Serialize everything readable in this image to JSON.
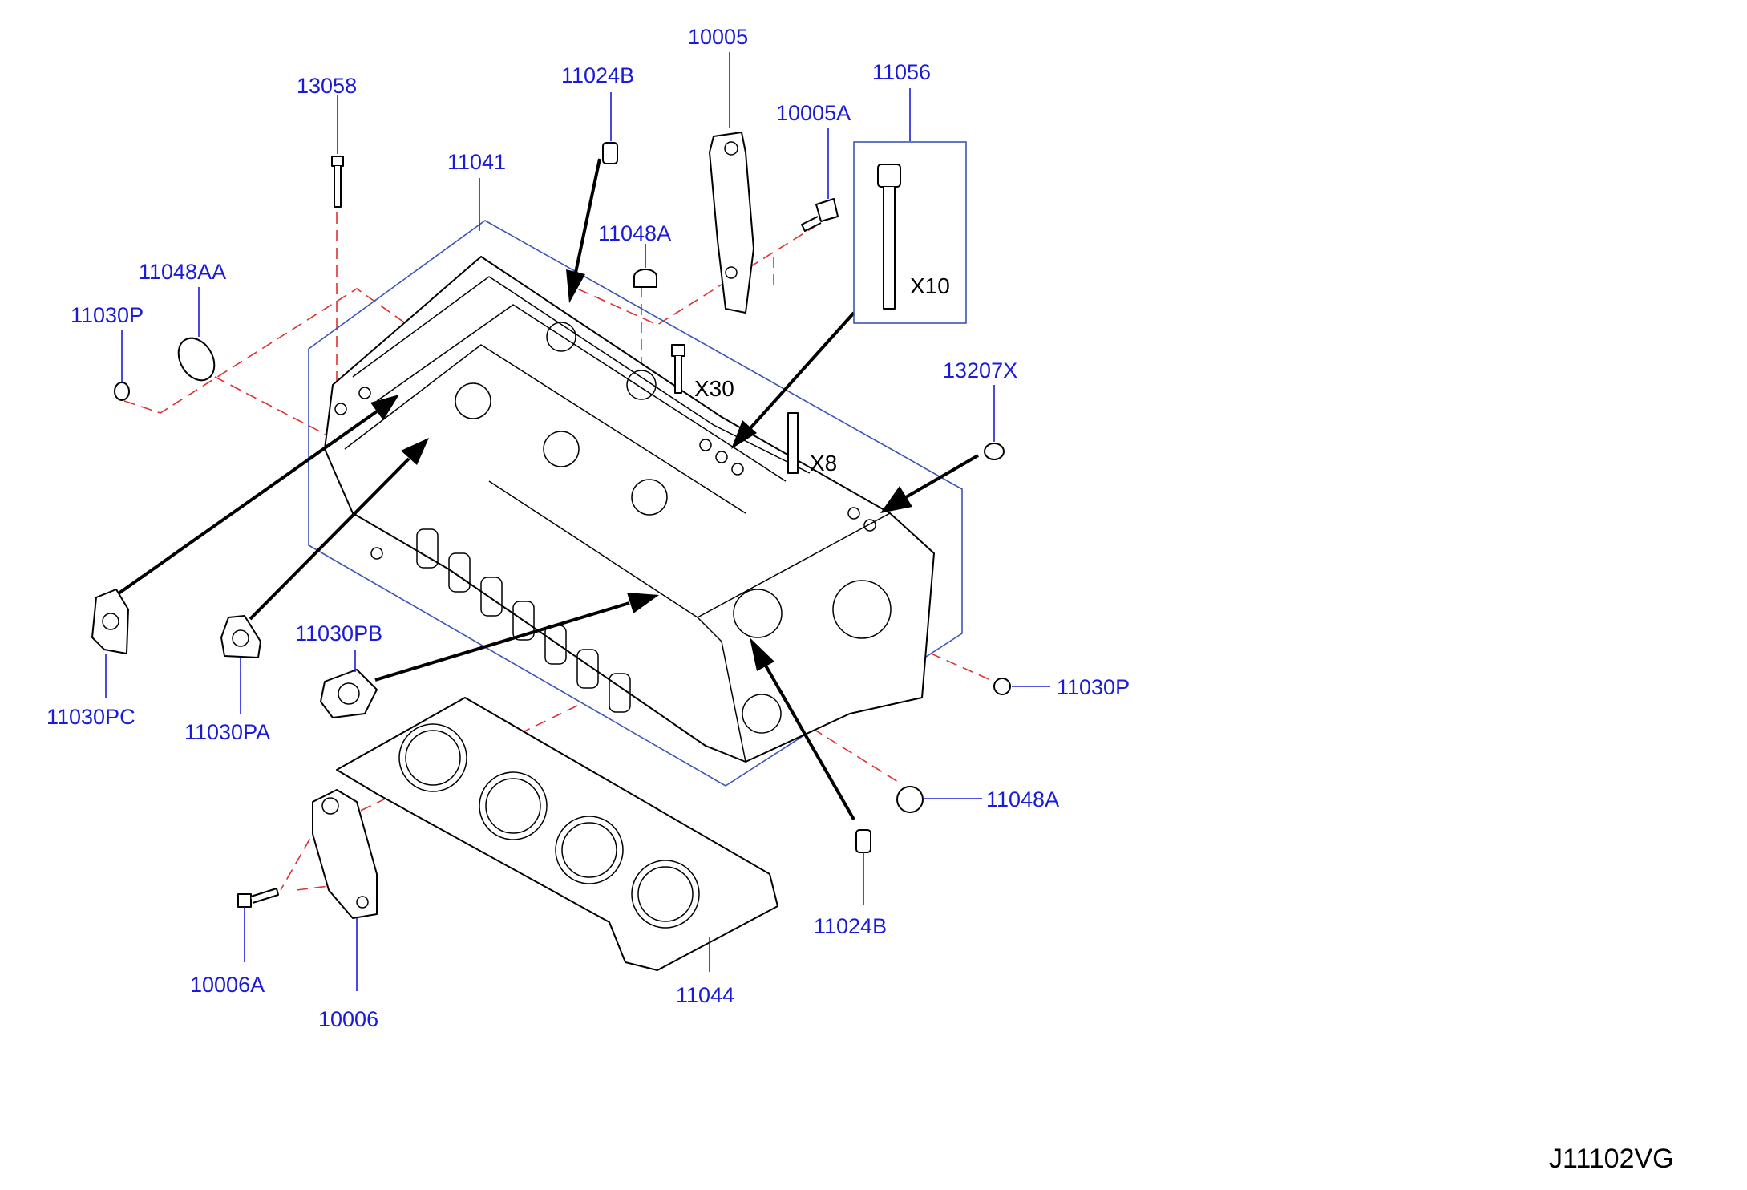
{
  "diagram_code": "J11102VG",
  "colors": {
    "callout": "#1a1adb",
    "dashed_guide": "#e03030",
    "outline": "#000000"
  },
  "callouts": {
    "p13058": "13058",
    "p11024B_top": "11024B",
    "p10005": "10005",
    "p10005A": "10005A",
    "p11056": "11056",
    "p11041": "11041",
    "p11048A_top": "11048A",
    "p11048AA": "11048AA",
    "p11030P_left": "11030P",
    "p13207X": "13207X",
    "p11030PB": "11030PB",
    "p11030PC": "11030PC",
    "p11030PA": "11030PA",
    "p11030P_right": "11030P",
    "p11048A_bottom": "11048A",
    "p11024B_bottom": "11024B",
    "p11044": "11044",
    "p10006A": "10006A",
    "p10006": "10006"
  },
  "quantities": {
    "bolt_11056": "X10",
    "bolt_small": "X30",
    "stud": "X8"
  }
}
